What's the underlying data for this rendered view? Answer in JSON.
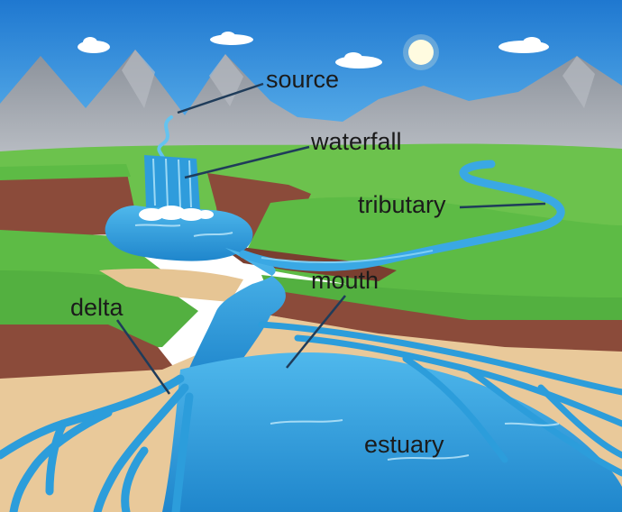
{
  "labels": {
    "source": "source",
    "waterfall": "waterfall",
    "tributary": "tributary",
    "mouth": "mouth",
    "delta": "delta",
    "estuary": "estuary"
  },
  "colors": {
    "sky": "#2f8fdf",
    "mountain": "#9ea4ad",
    "grass": "#5dbb45",
    "cliff": "#8b4b3a",
    "sand": "#e9c99a",
    "water": "#2c9ddb",
    "leader": "#1f3c5a"
  }
}
